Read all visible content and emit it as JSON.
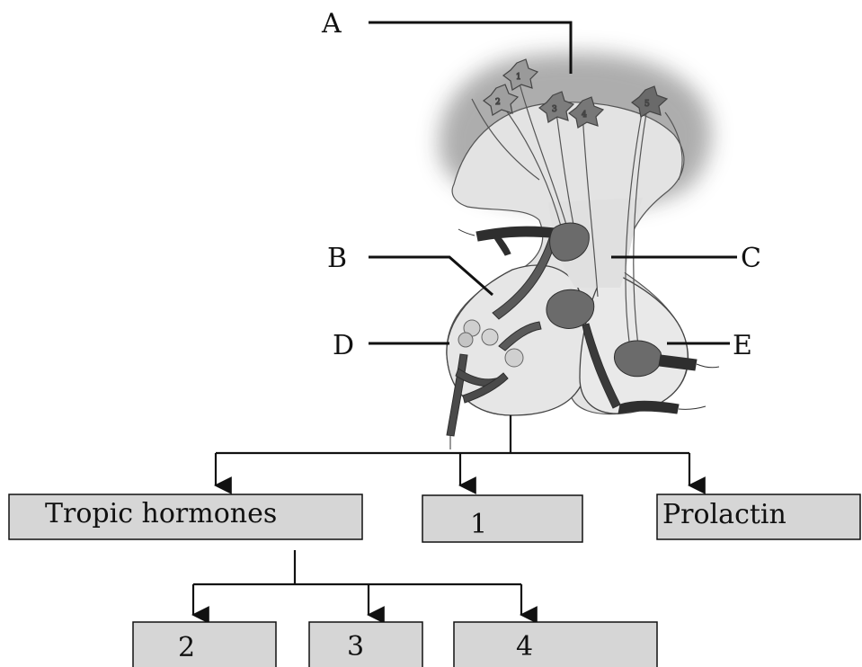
{
  "diagram": {
    "pointer_labels": {
      "a": "A",
      "b": "B",
      "c": "C",
      "d": "D",
      "e": "E"
    },
    "neuron_numbers": [
      "1",
      "2",
      "3",
      "4",
      "5"
    ],
    "boxes": {
      "tropic": "Tropic hormones",
      "one": "1",
      "prolactin": "Prolactin",
      "two": "2",
      "three": "3",
      "four": "4"
    },
    "colors": {
      "box_fill": "#d6d6d6",
      "line": "#111111",
      "hypothalamus": "#a9a9a9",
      "gland": "#e3e3e3",
      "vessel": "#2e2e2e"
    }
  }
}
